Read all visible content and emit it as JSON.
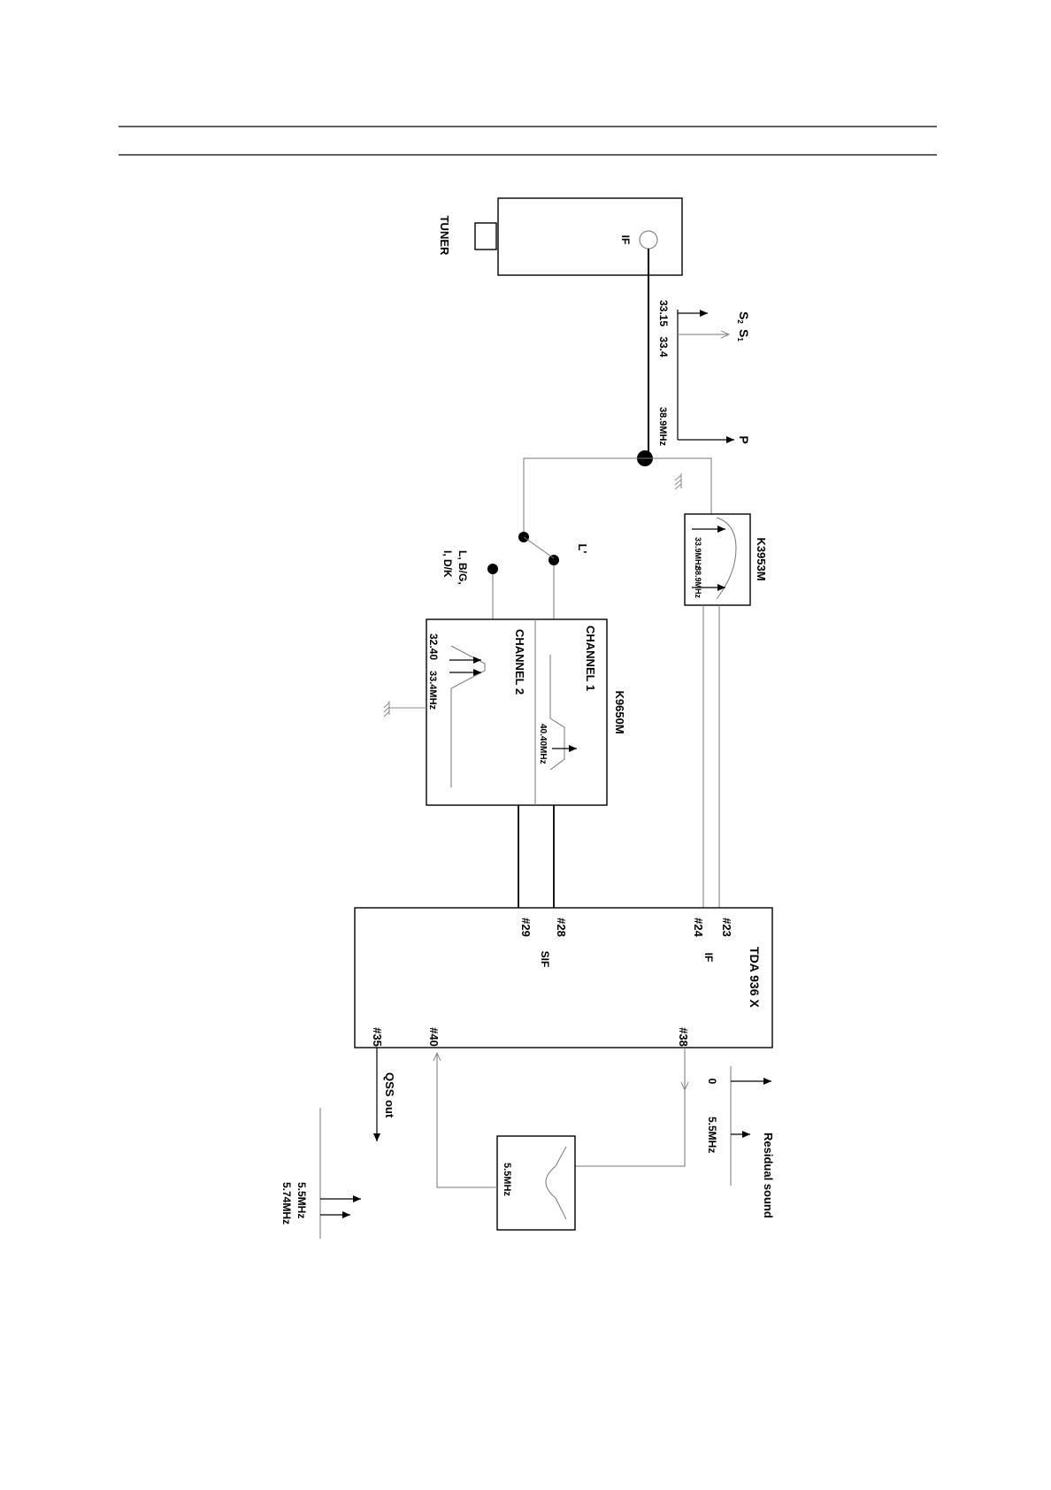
{
  "tuner": {
    "label": "TUNER",
    "if_label": "IF"
  },
  "if_outputs": {
    "s2": "S",
    "s2_sub": "2",
    "s1": "S",
    "s1_sub": "1",
    "p": "P",
    "f_s2": "33.15",
    "f_s1": "33.4",
    "f_p": "38.9MHz"
  },
  "switch": {
    "pos_l_prime": "L'",
    "pos_other_line1": "L, B/G,",
    "pos_other_line2": "I, D/K"
  },
  "k3953m": {
    "name": "K3953M",
    "f1": "33.9MHz",
    "f2": "38.9MHz"
  },
  "k9650m": {
    "name": "K9650M",
    "ch1": "CHANNEL 1",
    "ch2": "CHANNEL 2",
    "ch1_freq": "40.40MHz",
    "ch2_f1": "32.40",
    "ch2_f2": "33.4MHz"
  },
  "tda": {
    "name": "TDA 936 X",
    "pins": {
      "p23": "#23",
      "p24": "#24",
      "p28": "#28",
      "p29": "#29",
      "p35": "#35",
      "p38": "#38",
      "p40": "#40"
    },
    "if_label": "IF",
    "sif_label": "SIF"
  },
  "residual": {
    "label": "Residual sound",
    "f0": "0",
    "f1": "5.5MHz"
  },
  "notch_filter": {
    "freq": "5.5MHz"
  },
  "qss": {
    "label": "QSS out",
    "f1": "5.5MHz",
    "f2": "5.74MHz"
  }
}
